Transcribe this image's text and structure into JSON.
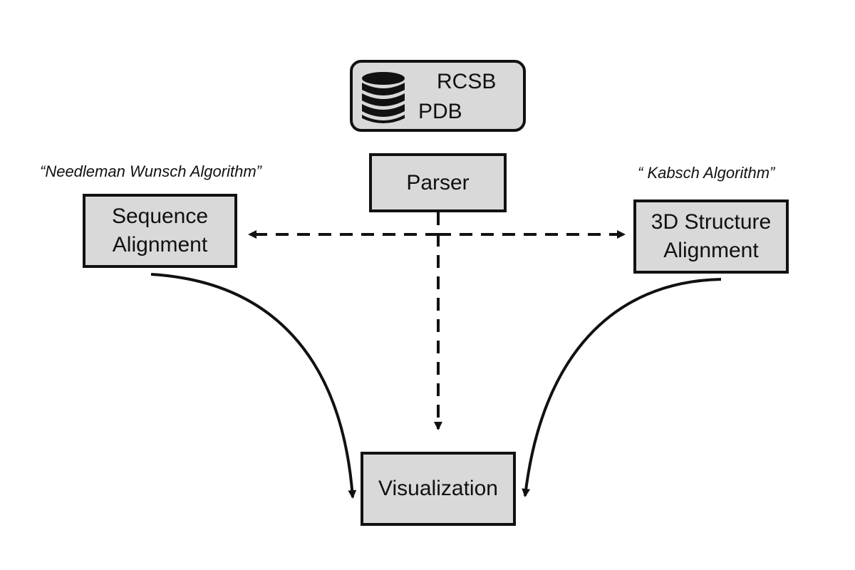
{
  "database": {
    "line1": "RCSB",
    "line2": "PDB",
    "icon": "database-icon"
  },
  "nodes": {
    "parser": "Parser",
    "sequence_alignment": [
      "Sequence",
      "Alignment"
    ],
    "structure_alignment": [
      "3D Structure",
      "Alignment"
    ],
    "visualization": "Visualization"
  },
  "annotations": {
    "left": "“Needleman Wunsch Algorithm”",
    "right": "“ Kabsch Algorithm”"
  },
  "colors": {
    "box_fill": "#d9d9d9",
    "stroke": "#111111"
  }
}
